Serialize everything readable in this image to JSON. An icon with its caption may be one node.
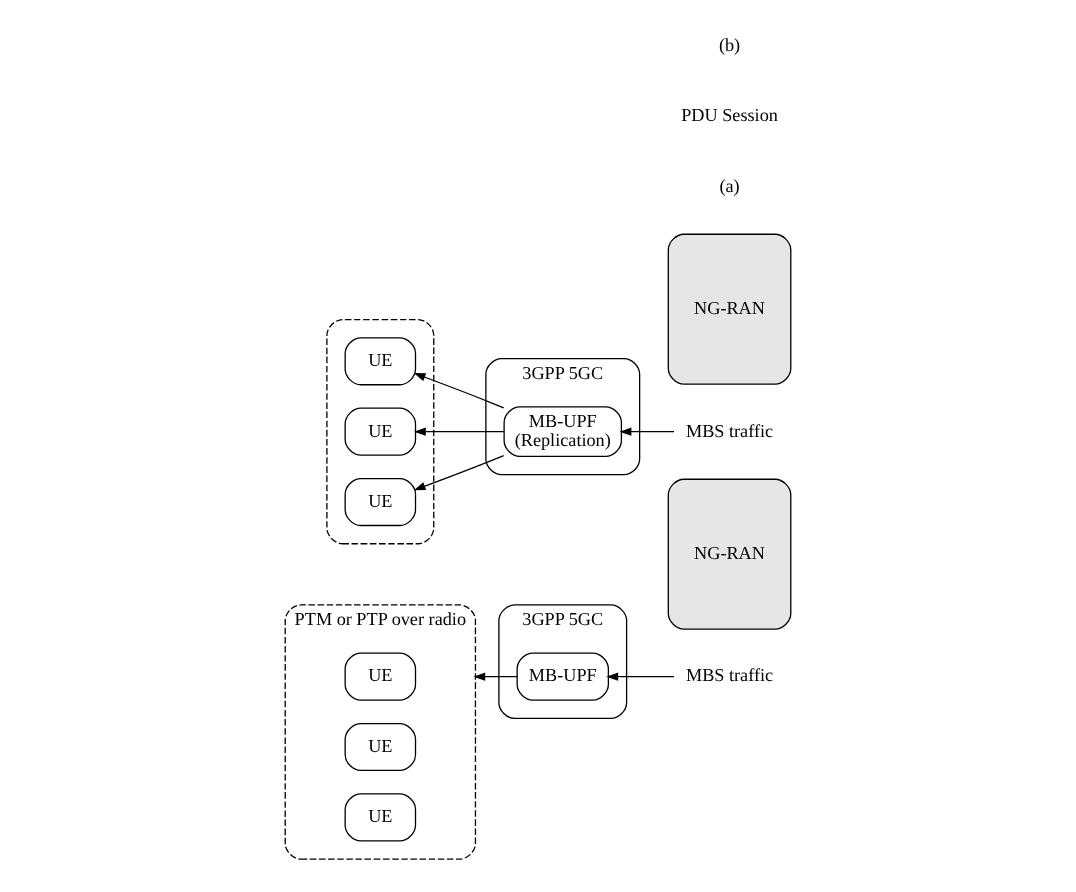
{
  "diagram": {
    "nodes": [
      {
        "text": [
          "PTM or PTP over radio"
        ]
      },
      {
        "text": [
          "UE"
        ],
        "in": 0
      },
      {
        "text": [
          "UE"
        ],
        "in": 0
      },
      {
        "text": [
          "UE"
        ],
        "in": 0
      },
      {
        "text": [
          "NG-RAN"
        ]
      },
      {
        "text": [
          "3GPP 5GC"
        ]
      },
      {
        "text": [
          "MB-UPF"
        ],
        "in": 5
      },
      {
        "text": [
          "MBS traffic"
        ]
      },
      {
        "text": [],
        "shape": "box"
      },
      {
        "text": [
          "UE"
        ],
        "in": 8
      },
      {
        "text": [
          "UE"
        ],
        "in": 8
      },
      {
        "text": [
          "UE"
        ],
        "in": 8
      },
      {
        "text": [
          "NG-RAN"
        ]
      },
      {
        "text": [
          "3GPP 5GC"
        ]
      },
      {
        "text": [
          "MB-UPF",
          "(Replication)"
        ],
        "in": 13
      },
      {
        "text": [
          "MBS traffic"
        ]
      }
    ],
    "edges": [
      {
        "from": 6,
        "to": 0,
        "arrow": "to"
      },
      {
        "from": 7,
        "to": 6,
        "arrow": "to"
      },
      {
        "from": 14,
        "to": 9,
        "arrow": "to"
      },
      {
        "from": 14,
        "to": 10,
        "arrow": "to"
      },
      {
        "from": 14,
        "to": 11,
        "arrow": "to"
      },
      {
        "from": 15,
        "to": 14,
        "arrow": "to"
      }
    ],
    "labels": [
      "(a)",
      "PDU Session",
      "(b)"
    ]
  }
}
